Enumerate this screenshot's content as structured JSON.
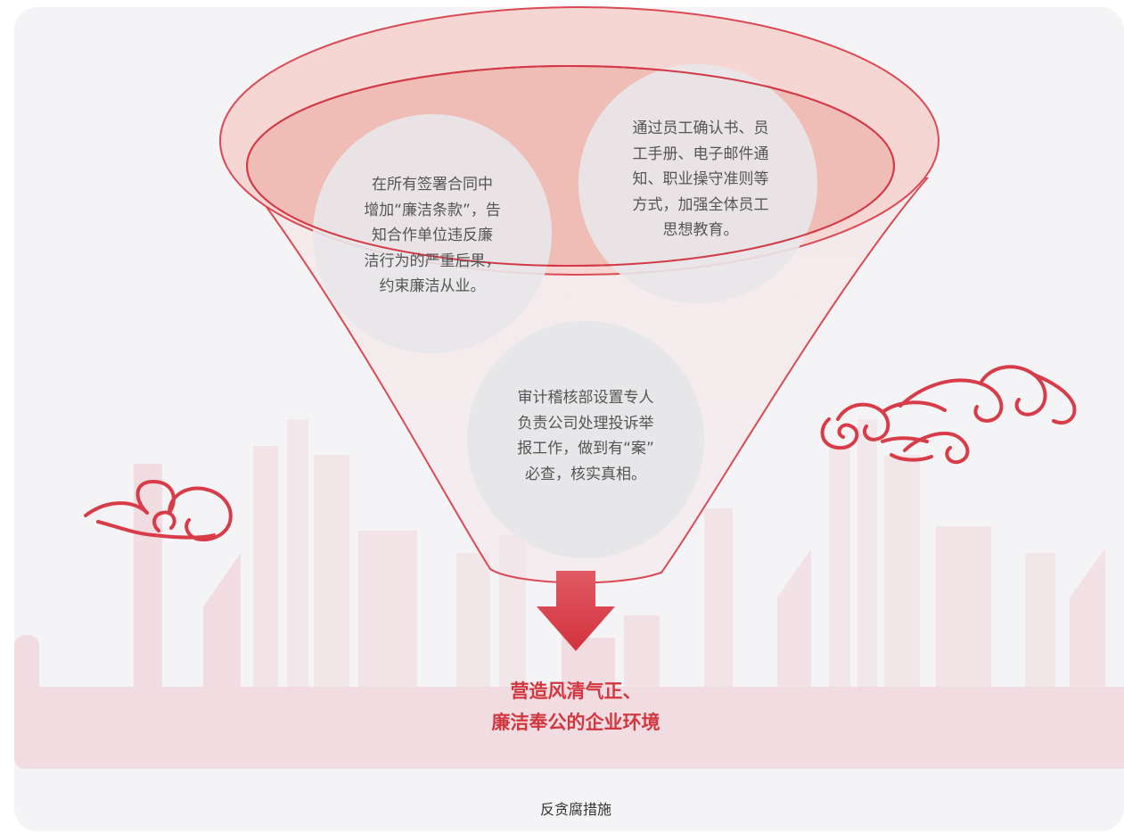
{
  "circles": [
    {
      "lines": [
        "在所有签署合同中",
        "增加“廉洁条款”，告",
        "知合作单位违反廉",
        "洁行为的严重后果，",
        "约束廉洁从业。"
      ]
    },
    {
      "lines": [
        "通过员工确认书、员",
        "工手册、电子邮件通",
        "知、职业操守准则等",
        "方式，加强全体员工",
        "思想教育。"
      ]
    },
    {
      "lines": [
        "审计稽核部设置专人",
        "负责公司处理投诉举",
        "报工作，做到有“案”",
        "必查，核实真相。"
      ]
    }
  ],
  "result": {
    "lines": [
      "营造风清气正、",
      "廉洁奉公的企业环境"
    ]
  },
  "caption": "反贪腐措施",
  "colors": {
    "accent": "#d2373f",
    "background": "#f4f4f6",
    "funnel_top": "#f2c6c2",
    "circle": "#e8e7ea",
    "skyline": "#f0d9de"
  }
}
